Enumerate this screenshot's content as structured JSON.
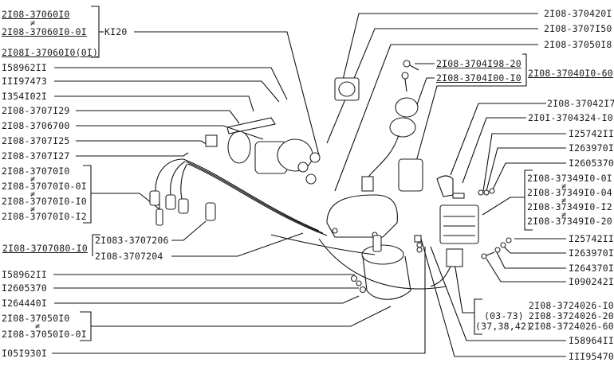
{
  "title": "Ignition system parts diagram",
  "left_labels": {
    "group_coil_assy": [
      "2I08-37060I0",
      "2I08-37060I0-0I",
      "2I08I-37060I0(0I)"
    ],
    "group_coil_code": "KI20",
    "items": [
      "I58962II",
      "III97473",
      "I354I02I",
      "2I08-3707I29",
      "2I08-3706700",
      "2I08-3707I25",
      "2I08-3707I27"
    ],
    "group_spark_plugs": [
      "2I08-37070I0",
      "2I08-37070I0-0I",
      "2I08-37070I0-I0",
      "2I08-37070I0-I2"
    ],
    "wire_set": "2I08-3707080-I0",
    "wire_items": [
      "2I083-3707206",
      "2I08-3707204"
    ],
    "lower_items": [
      "I58962II",
      "I2605370",
      "I264440I"
    ],
    "group_ignition_coil": [
      "2I08-37050I0",
      "2I08-37050I0-0I"
    ],
    "bottom_item": "I05I930I"
  },
  "right_labels": {
    "top_items": [
      "2I08-370420I",
      "2I08-3707I50",
      "2I08-37050I8"
    ],
    "group_lock": [
      "2I08-3704I98-20",
      "2I08-3704I00-I0"
    ],
    "group_lock_assy": "2I08-37040I0-60",
    "mid_items": [
      "2I08-37042I7",
      "2I0I-3704324-I0",
      "I25742II",
      "I263970I",
      "I2605370"
    ],
    "group_switch": [
      "2I08-37349I0-0I",
      "2I08-37349I0-04",
      "2I08-37349I0-I2",
      "2I08-37349I0-20"
    ],
    "lower_items": [
      "I25742II",
      "I263970I",
      "I264370I",
      "I090242I"
    ],
    "group_harness": [
      {
        "note": "",
        "part": "2I08-3724026-I0"
      },
      {
        "note": "(03-73)",
        "part": "2I08-3724026-20"
      },
      {
        "note": "(37,38,42)",
        "part": "2I08-3724026-60"
      }
    ],
    "bottom_items": [
      "I58964II",
      "III95470"
    ]
  },
  "neq_symbol": "≠"
}
